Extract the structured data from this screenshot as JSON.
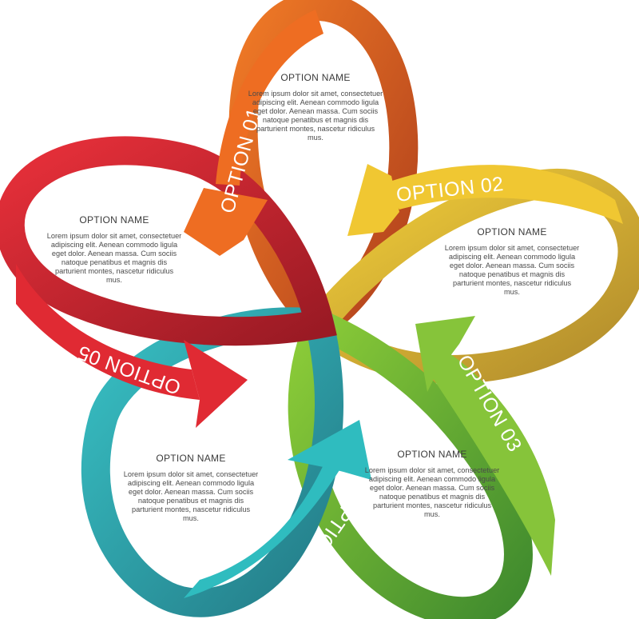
{
  "options": [
    {
      "label": "OPTION 01",
      "title": "OPTION NAME",
      "body": "Lorem ipsum dolor sit amet, consectetuer adipiscing elit. Aenean commodo ligula eget dolor. Aenean massa. Cum sociis natoque penatibus et magnis dis parturient montes, nascetur ridiculus mus.",
      "color": "#e8661f"
    },
    {
      "label": "OPTION 02",
      "title": "OPTION NAME",
      "body": "Lorem ipsum dolor sit amet, consectetuer adipiscing elit. Aenean commodo ligula eget dolor. Aenean massa. Cum sociis natoque penatibus et magnis dis parturient montes, nascetur ridiculus mus.",
      "color": "#e8c21f"
    },
    {
      "label": "OPTION 03",
      "title": "OPTION NAME",
      "body": "Lorem ipsum dolor sit amet, consectetuer adipiscing elit. Aenean commodo ligula eget dolor. Aenean massa. Cum sociis natoque penatibus et magnis dis parturient montes, nascetur ridiculus mus.",
      "color": "#7cbf2e"
    },
    {
      "label": "OPTION 04",
      "title": "OPTION NAME",
      "body": "Lorem ipsum dolor sit amet, consectetuer adipiscing elit. Aenean commodo ligula eget dolor. Aenean massa. Cum sociis natoque penatibus et magnis dis parturient montes, nascetur ridiculus mus.",
      "color": "#2bb3bb"
    },
    {
      "label": "OPTION 05",
      "title": "OPTION NAME",
      "body": "Lorem ipsum dolor sit amet, consectetuer adipiscing elit. Aenean commodo ligula eget dolor. Aenean massa. Cum sociis natoque penatibus et magnis dis parturient montes, nascetur ridiculus mus.",
      "color": "#d8262f"
    }
  ],
  "loop_colors": [
    "#b84a1e",
    "#c9a33a",
    "#5e9a2e",
    "#2a8a8e",
    "#b8202a"
  ]
}
